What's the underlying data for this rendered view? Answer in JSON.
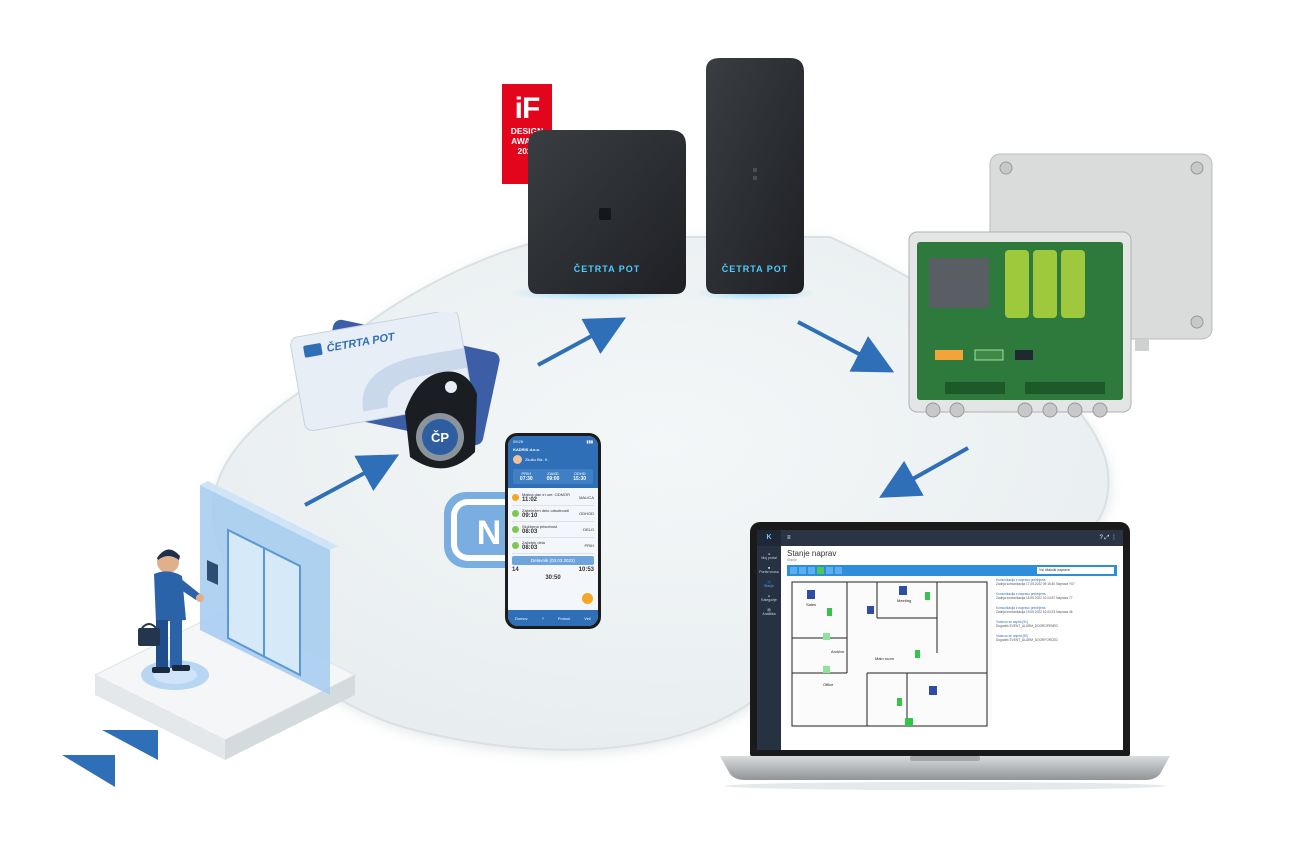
{
  "award": {
    "brand": "iF",
    "line1": "DESIGN",
    "line2": "AWARD",
    "year": "2022"
  },
  "brand": {
    "name": "ČETRTA POT",
    "accent": "#2f6fb7",
    "award_red": "#e3051b"
  },
  "phone": {
    "time": "09:29",
    "company": "KADRIS d.o.o.",
    "user_name": "Zkušu Biz. K.",
    "header_cols": [
      "PRIH",
      "ZAMD",
      "ODHD"
    ],
    "header_vals": [
      "07:30",
      "09:00",
      "15:30"
    ],
    "entries": [
      {
        "label": "Malica dan in ure: ODMOR",
        "time": "11:02",
        "tag": "MALICA"
      },
      {
        "label": "Zabeležen delo odsotnosti",
        "time": "09:10",
        "tag": "ODHOD"
      },
      {
        "label": "Službena prisotnost",
        "time": "08:03",
        "tag": "DELO"
      },
      {
        "label": "Začetek dela",
        "time": "08:03",
        "tag": "PRIH"
      }
    ],
    "section_label": "Delavnik (03.03.2022)",
    "summary_left": "14",
    "summary_right": "10:53",
    "summary_bottom": "30:50",
    "nav": [
      "Domov",
      "?",
      "Pomoč",
      "Več"
    ]
  },
  "nfc": {
    "symbol": "N"
  },
  "laptop": {
    "title": "Stanje naprav",
    "subtitle": "Stanje",
    "sidebar": [
      "Moj portal",
      "Portal vnosa",
      "Stanje",
      "Kategorije",
      "Analitika"
    ],
    "select_label": "Vsi čitalniki naprave",
    "rooms": [
      "Sales",
      "Meeting",
      "Archive",
      "Main room",
      "Office"
    ],
    "log": [
      {
        "title": "Komunikacija z napravo prekinjena",
        "text": "Zadnja komunikacija 17.05.2022 09:16:40 Naprava Y07"
      },
      {
        "title": "Komunikacija z napravo prekinjena",
        "text": "Zadnja komunikacija 18.05.2022 10:04:57 Naprava 77"
      },
      {
        "title": "Komunikacija z napravo prekinjena",
        "text": "Zadnja komunikacija 19.05.2022 10:03:23 Naprava 46"
      },
      {
        "title": "Vrata so se zaprla [91]",
        "text": "Dogodek EVENT_ALARM_DOOROPENED"
      },
      {
        "title": "Vrata so se odprla [90]",
        "text": "Dogodek EVENT_ALARM_DOORFORCED"
      }
    ]
  }
}
